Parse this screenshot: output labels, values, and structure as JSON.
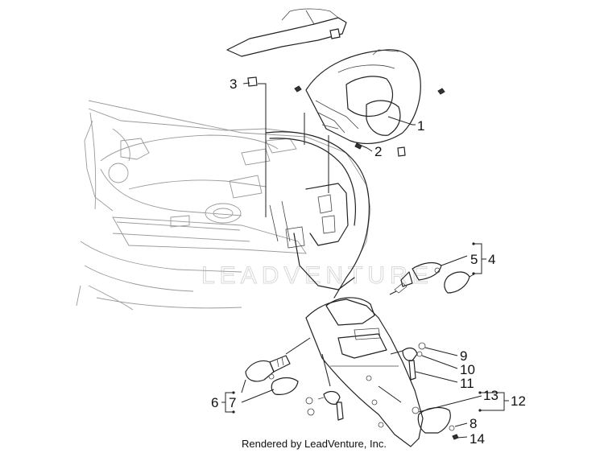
{
  "diagram": {
    "watermark": "LEADVENTURE",
    "credit": "Rendered by LeadVenture, Inc.",
    "callouts": [
      {
        "id": "c1",
        "label": "1"
      },
      {
        "id": "c2",
        "label": "2"
      },
      {
        "id": "c3",
        "label": "3"
      },
      {
        "id": "c4",
        "label": "4"
      },
      {
        "id": "c5",
        "label": "5"
      },
      {
        "id": "c6",
        "label": "6"
      },
      {
        "id": "c7",
        "label": "7"
      },
      {
        "id": "c8",
        "label": "8"
      },
      {
        "id": "c9",
        "label": "9"
      },
      {
        "id": "c10",
        "label": "10"
      },
      {
        "id": "c11",
        "label": "11"
      },
      {
        "id": "c12",
        "label": "12"
      },
      {
        "id": "c13",
        "label": "13"
      },
      {
        "id": "c14",
        "label": "14"
      }
    ]
  }
}
